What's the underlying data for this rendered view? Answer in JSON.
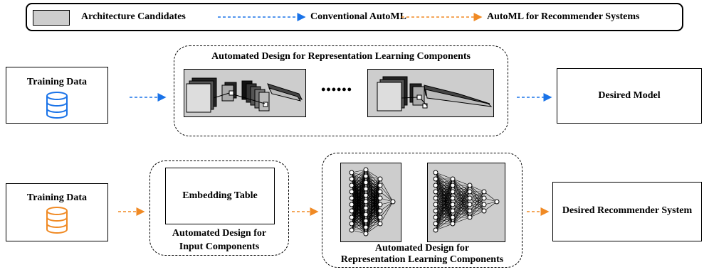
{
  "legend": {
    "candidates_label": "Architecture Candidates",
    "conventional_label": "Conventional AutoML",
    "recsys_label": "AutoML for Recommender Systems"
  },
  "colors": {
    "conventional": "#1a73e8",
    "recsys": "#f08a24",
    "candidate_fill": "#cdcdcd"
  },
  "top_row": {
    "input_label": "Training Data",
    "input_icon": "database-icon",
    "group_title": "Automated Design for Representation Learning Components",
    "ellipsis": "••••••",
    "output_label": "Desired Model"
  },
  "bottom_row": {
    "input_label": "Training Data",
    "input_icon": "database-icon",
    "embedding_label": "Embedding Table",
    "input_group_title_line1": "Automated Design for",
    "input_group_title_line2": "Input Components",
    "repr_group_title_line1": "Automated Design for",
    "repr_group_title_line2": "Representation Learning Components",
    "output_label": "Desired Recommender System"
  }
}
